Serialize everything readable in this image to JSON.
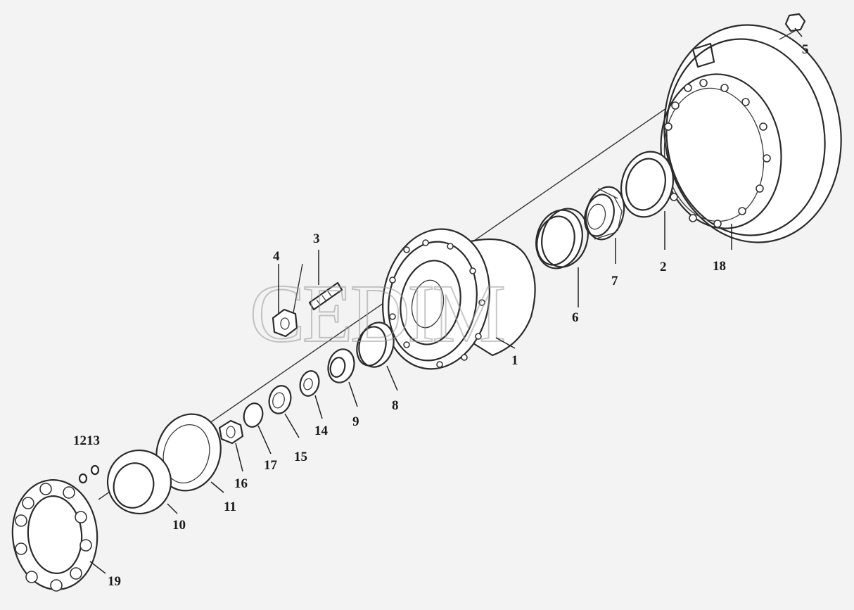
{
  "watermark": "CEDIM",
  "labels": {
    "p1": "1",
    "p2": "2",
    "p3": "3",
    "p4": "4",
    "p5": "5",
    "p6": "6",
    "p7": "7",
    "p8": "8",
    "p9": "9",
    "p10": "10",
    "p11": "11",
    "p1213": "1213",
    "p14": "14",
    "p15": "15",
    "p16": "16",
    "p17": "17",
    "p18": "18",
    "p19": "19"
  }
}
